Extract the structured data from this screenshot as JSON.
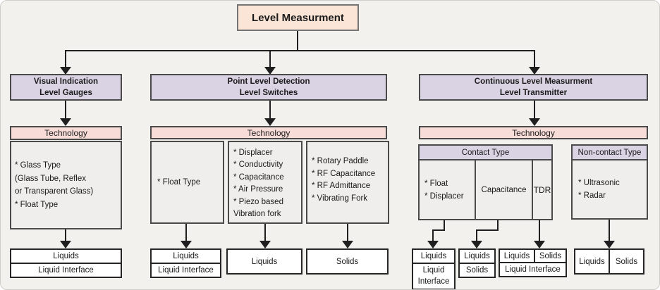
{
  "colors": {
    "background": "#f3f1ee",
    "root_fill": "#fbe5d6",
    "branch_header_fill": "#d9d3e4",
    "technology_fill": "#f8dcd8",
    "content_fill": "#efeeec",
    "output_fill": "#ffffff",
    "line": "#1f1f1f"
  },
  "root": {
    "label": "Level Measurment"
  },
  "left": {
    "header_line1": "Visual Indication",
    "header_line2": "Level Gauges",
    "technology": "Technology",
    "items": [
      "* Glass Type",
      "(Glass Tube,  Reflex",
      "or  Transparent  Glass)",
      "* Float Type"
    ],
    "out_row1": "Liquids",
    "out_row2": "Liquid Interface"
  },
  "middle": {
    "header_line1": "Point Level Detection",
    "header_line2": "Level Switches",
    "technology": "Technology",
    "box1_items": [
      "* Float Type"
    ],
    "box2_items": [
      "* Displacer",
      "* Conductivity",
      "* Capacitance",
      "* Air Pressure",
      "* Piezo based",
      "Vibration fork"
    ],
    "box3_items": [
      "* Rotary Paddle",
      "* RF Capacitance",
      "* RF Admittance",
      "* Vibrating Fork"
    ],
    "out1_row1": "Liquids",
    "out1_row2": "Liquid Interface",
    "out2": "Liquids",
    "out3": "Solids"
  },
  "right": {
    "header_line1": "Continuous Level Measurment",
    "header_line2": "Level Transmitter",
    "technology": "Technology",
    "contact": {
      "title": "Contact Type",
      "col1_items": [
        "* Float",
        "* Displacer"
      ],
      "col2": "Capacitance",
      "col3": "TDR"
    },
    "noncontact": {
      "title": "Non-contact Type",
      "items": [
        "* Ultrasonic",
        "* Radar"
      ]
    },
    "out1_row1": "Liquids",
    "out1_row2": "Liquid Interface",
    "out2_row1": "Liquids",
    "out2_row2": "Solids",
    "out3_row1_col1": "Liquids",
    "out3_row1_col2": "Solids",
    "out3_row2": "Liquid Interface",
    "out4_col1": "Liquids",
    "out4_col2": "Solids"
  }
}
